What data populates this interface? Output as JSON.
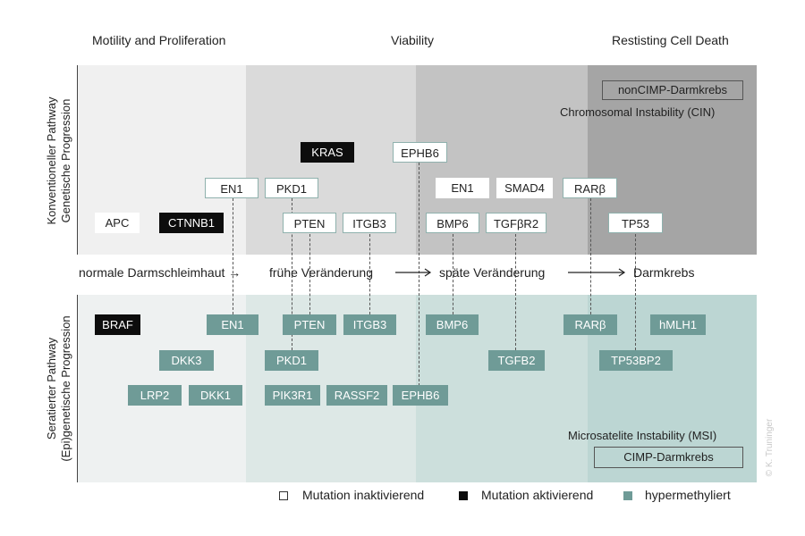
{
  "columns": [
    "Motility and Proliferation",
    "Viability",
    "Restisting Cell Death"
  ],
  "top_section": {
    "side_label_line1": "Konventioneller Pathway",
    "side_label_line2": "Genetische Progression",
    "endpoint_box": "nonCIMP-Darmkrebs",
    "endpoint_label": "Chromosomal Instability (CIN)",
    "genes": {
      "apc": "APC",
      "ctnnb1": "CTNNB1",
      "en1_a": "EN1",
      "pkd1": "PKD1",
      "kras": "KRAS",
      "pten": "PTEN",
      "itgb3": "ITGB3",
      "ephb6": "EPHB6",
      "en1_b": "EN1",
      "smad4": "SMAD4",
      "bmp6": "BMP6",
      "tgfbr2": "TGFβR2",
      "rarb": "RARβ",
      "tp53": "TP53"
    }
  },
  "progression": {
    "stage1": "normale Darmschleimhaut →",
    "stage2": "frühe Veränderung",
    "stage3": "späte Veränderung",
    "stage4": "Darmkrebs"
  },
  "bottom_section": {
    "side_label_line1": "Seratierter Pathway",
    "side_label_line2": "(Epi)genetische Progression",
    "endpoint_box": "CIMP-Darmkrebs",
    "endpoint_label": "Microsatelite Instability (MSI)",
    "genes": {
      "braf": "BRAF",
      "en1": "EN1",
      "pten": "PTEN",
      "itgb3": "ITGB3",
      "bmp6": "BMP6",
      "rarb": "RARβ",
      "hmlh1": "hMLH1",
      "dkk3": "DKK3",
      "pkd1": "PKD1",
      "tgfb2": "TGFB2",
      "tp53bp2": "TP53BP2",
      "lrp2": "LRP2",
      "dkk1": "DKK1",
      "pik3r1": "PIK3R1",
      "rassf2": "RASSF2",
      "ephb6": "EPHB6"
    }
  },
  "legend": {
    "inactivating": "Mutation inaktivierend",
    "activating": "Mutation aktivierend",
    "hypermethylated": "hypermethyliert"
  },
  "credit": "© K. Truninger",
  "colors": {
    "top_band_1": "#f0f0f0",
    "top_band_2": "#dadada",
    "top_band_3": "#c3c3c3",
    "top_band_4": "#a5a5a5",
    "bottom_band_1": "#eef1f1",
    "bottom_band_2": "#dde8e6",
    "bottom_band_3": "#ccdfdc",
    "bottom_band_4": "#bcd6d3",
    "teal_box": "#6f9b97",
    "black_box": "#0d0d0d"
  }
}
